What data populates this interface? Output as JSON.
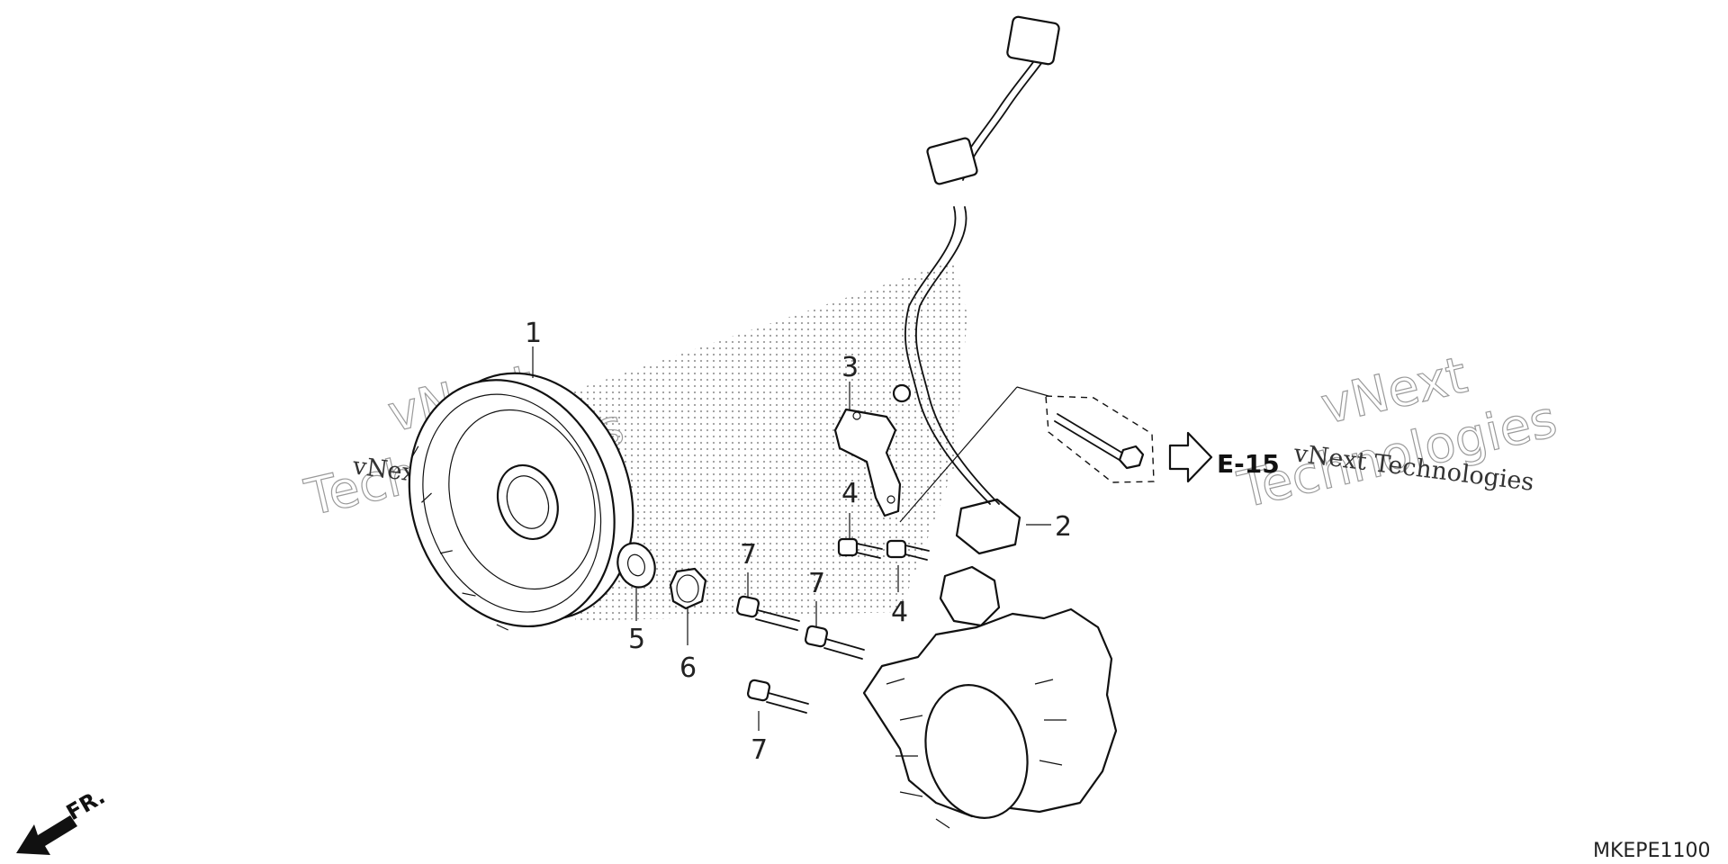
{
  "diagram": {
    "callouts": [
      {
        "id": "c1",
        "label": "1"
      },
      {
        "id": "c2",
        "label": "2"
      },
      {
        "id": "c3",
        "label": "3"
      },
      {
        "id": "c4a",
        "label": "4"
      },
      {
        "id": "c4b",
        "label": "4"
      },
      {
        "id": "c5",
        "label": "5"
      },
      {
        "id": "c6",
        "label": "6"
      },
      {
        "id": "c7a",
        "label": "7"
      },
      {
        "id": "c7b",
        "label": "7"
      },
      {
        "id": "c7c",
        "label": "7"
      }
    ],
    "reference": "E-15",
    "front_marker": "FR.",
    "diagram_code": "MKEPE1100"
  },
  "watermark": {
    "line1": "vNext",
    "line2": "Technologies",
    "full": "vNext Technologies"
  }
}
